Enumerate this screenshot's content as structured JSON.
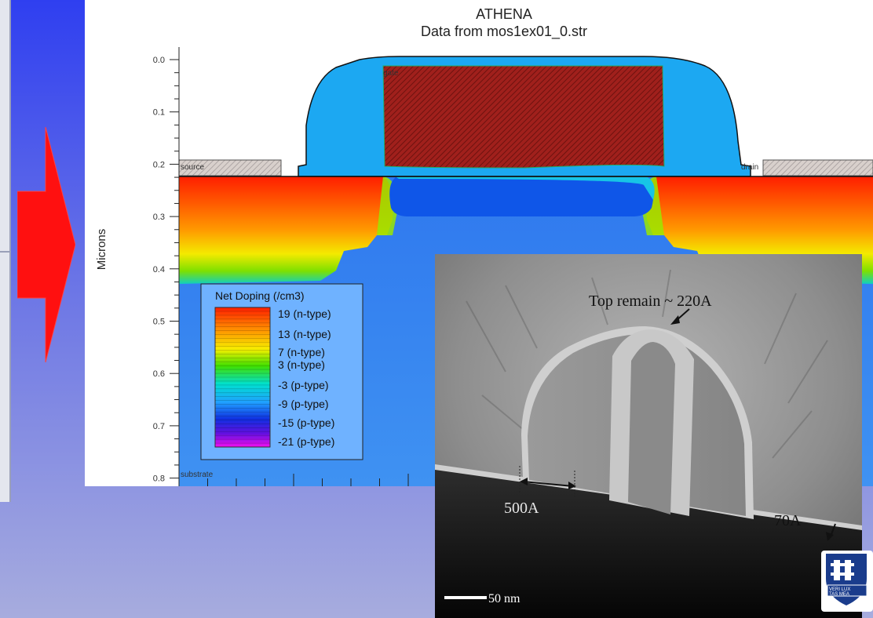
{
  "simulation": {
    "title": "ATHENA",
    "subtitle": "Data from mos1ex01_0.str",
    "y_axis_label": "Microns",
    "y_ticks": [
      "0.0",
      "0.1",
      "0.2",
      "0.3",
      "0.4",
      "0.5",
      "0.6",
      "0.7",
      "0.8"
    ],
    "region_labels": {
      "gate": "gate",
      "source": "source",
      "drain": "drain",
      "substrate": "substrate"
    },
    "legend": {
      "title": "Net Doping (/cm3)",
      "entries": [
        "19 (n-type)",
        "13 (n-type)",
        "7 (n-type)",
        "3 (n-type)",
        "-3 (p-type)",
        "-9 (p-type)",
        "-15 (p-type)",
        "-21 (p-type)"
      ]
    }
  },
  "tem": {
    "top_annotation": "Top remain ~ 220A",
    "spacer_annotation": "500A",
    "right_annotation": "70A",
    "scale_bar": "50 nm"
  },
  "colors": {
    "arrow": "#ff1010",
    "oxide": "#1ca8f2",
    "gate_poly": "#a0201c",
    "substrate": "#3a8cf0"
  },
  "icons": {
    "arrow": "right-arrow-icon",
    "logo": "university-emblem-icon"
  }
}
